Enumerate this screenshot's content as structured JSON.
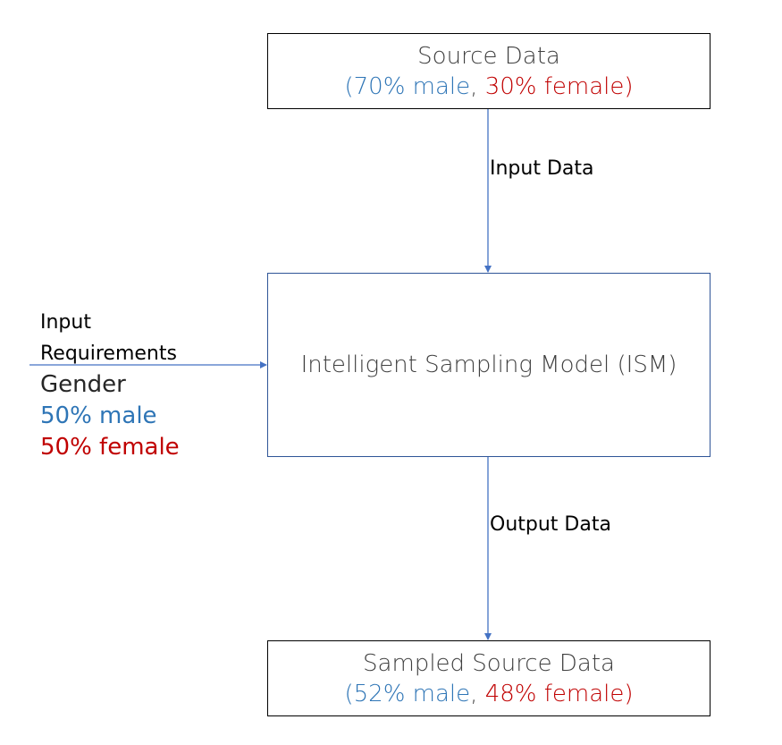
{
  "colors": {
    "male": "#2e75b6",
    "female": "#c00000",
    "line": "#4472c4"
  },
  "source": {
    "title": "Source Data",
    "open": "(",
    "male": "70% male",
    "sep": ", ",
    "female": "30% female",
    "close": ")"
  },
  "input_data_label": "Input Data",
  "ism": {
    "title": "Intelligent Sampling Model (ISM)"
  },
  "input_requirements": {
    "title_line1": "Input",
    "title_line2": "Requirements",
    "attribute": "Gender",
    "male": "50% male",
    "female": "50% female"
  },
  "output_data_label": "Output Data",
  "sampled": {
    "title": "Sampled Source Data",
    "open": "(",
    "male": "52% male",
    "sep": ", ",
    "female": "48% female",
    "close": ")"
  }
}
